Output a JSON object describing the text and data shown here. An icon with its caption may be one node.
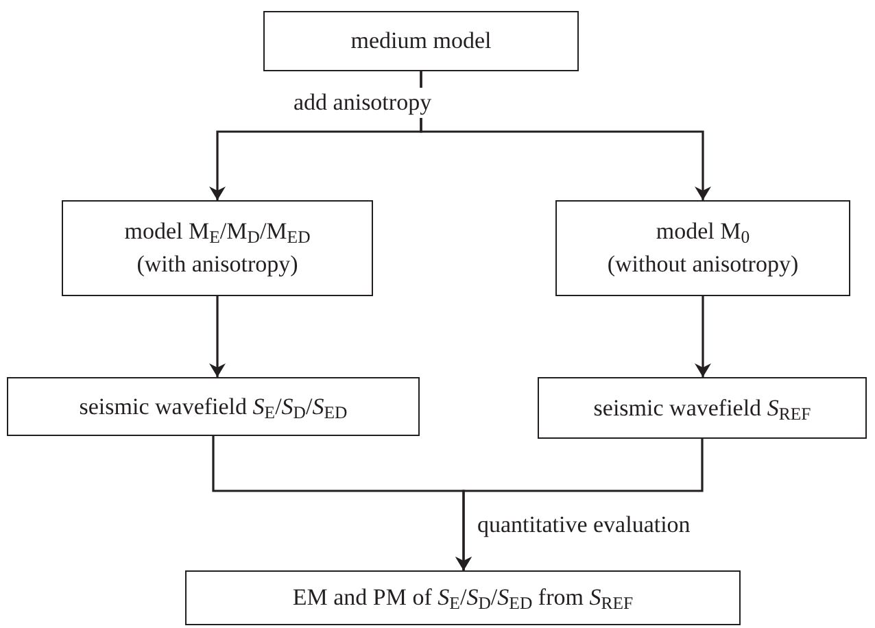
{
  "diagram": {
    "nodes": [
      {
        "text": [
          "medium model"
        ]
      },
      {
        "text": [
          "model M$_{E}$/M$_{D}$/M$_{ED}$",
          "(with anisotropy)"
        ]
      },
      {
        "text": [
          "model M$_{0}$",
          "(without anisotropy)"
        ]
      },
      {
        "text": [
          "seismic wavefield *S*$_{E}$/*S*$_{D}$/*S*$_{ED}$"
        ]
      },
      {
        "text": [
          "seismic wavefield *S*$_{REF}$"
        ]
      },
      {
        "text": [
          "EM and PM of *S*$_{E}$/*S*$_{D}$/*S*$_{ED}$ from *S*$_{REF}$"
        ]
      }
    ],
    "edges": [
      {
        "from": 0,
        "to": 1,
        "arrow": "to",
        "label": "add anisotropy"
      },
      {
        "from": 0,
        "to": 2,
        "arrow": "to"
      },
      {
        "from": 1,
        "to": 3,
        "arrow": "to"
      },
      {
        "from": 2,
        "to": 4,
        "arrow": "to"
      },
      {
        "from": 3,
        "to": 5,
        "arrow": "to",
        "label": "quantitative evaluation"
      },
      {
        "from": 4,
        "to": 5,
        "arrow": "to"
      }
    ]
  }
}
